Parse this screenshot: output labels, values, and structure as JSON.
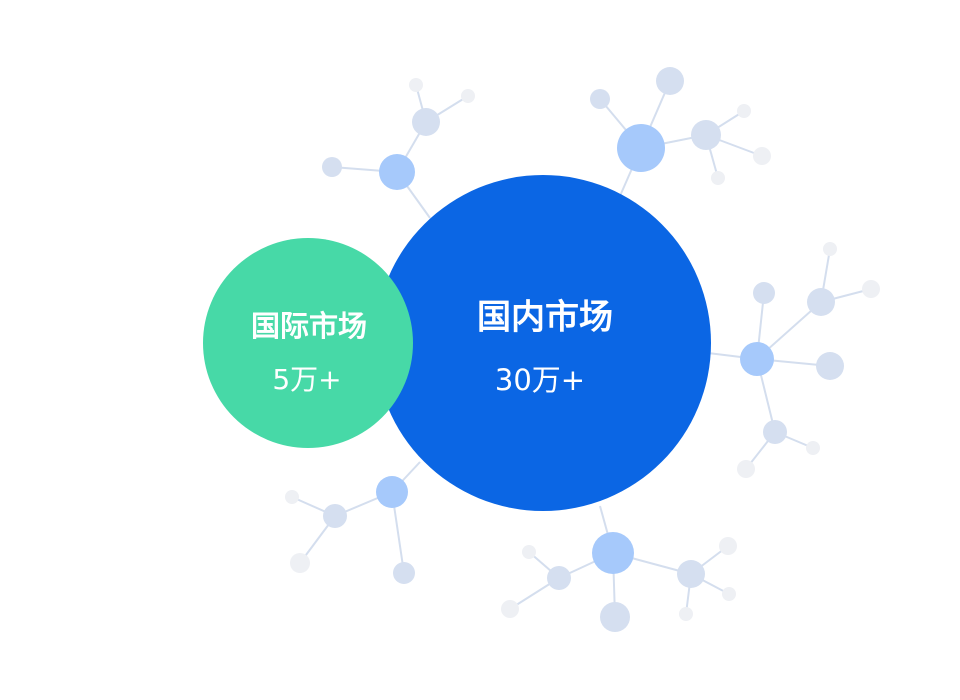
{
  "markets": {
    "domestic": {
      "title": "国内市场",
      "value": "30万+"
    },
    "international": {
      "title": "国际市场",
      "value": "5万+"
    }
  },
  "colors": {
    "domestic": "#0b66e4",
    "international": "#47d9a7",
    "node_primary": "#a6c9fb",
    "node_secondary": "#d5dff0",
    "node_faint": "#eef0f4",
    "link": "#d4deee"
  }
}
